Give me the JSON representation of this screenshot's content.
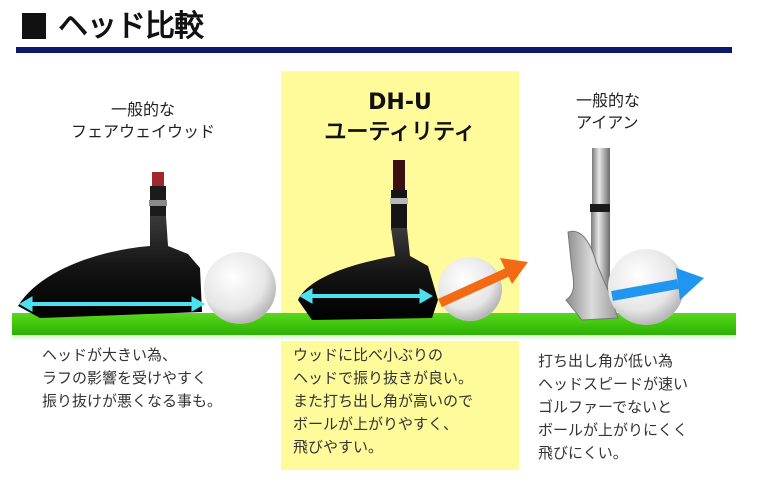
{
  "header": {
    "bullet_icon": "black-square",
    "title": "ヘッド比較",
    "rule_color": "#0b1a6b"
  },
  "columns": [
    {
      "title_lines": [
        "一般的な",
        "フェアウェイウッド"
      ],
      "illustration": "fairway-wood-head-with-ball",
      "arrow": {
        "type": "double-headed",
        "color": "#4de0f0",
        "meaning": "head-length"
      },
      "description_lines": [
        "ヘッドが大きい為、",
        "ラフの影響を受けやすく",
        "振り抜けが悪くなる事も。"
      ]
    },
    {
      "title_lines": [
        "DH-U",
        "ユーティリティ"
      ],
      "highlighted": true,
      "highlight_color": "#fffa9a",
      "illustration": "utility-head-with-ball",
      "arrow": {
        "type": "double-headed",
        "color": "#4de0f0",
        "meaning": "head-length"
      },
      "launch_arrow": {
        "color": "#f46a14",
        "meaning": "high-launch-angle"
      },
      "description_lines": [
        "ウッドに比べ小ぶりの",
        "ヘッドで振り抜きが良い。",
        "また打ち出し角が高いので",
        "ボールが上がりやすく、",
        "飛びやすい。"
      ]
    },
    {
      "title_lines": [
        "一般的な",
        "アイアン"
      ],
      "illustration": "iron-head-with-ball",
      "launch_arrow": {
        "color": "#2196f0",
        "meaning": "low-launch-angle"
      },
      "description_lines": [
        "打ち出し角が低い為",
        "ヘッドスピードが速い",
        "ゴルファーでないと",
        "ボールが上がりにくく",
        "飛びにくい。"
      ]
    }
  ]
}
